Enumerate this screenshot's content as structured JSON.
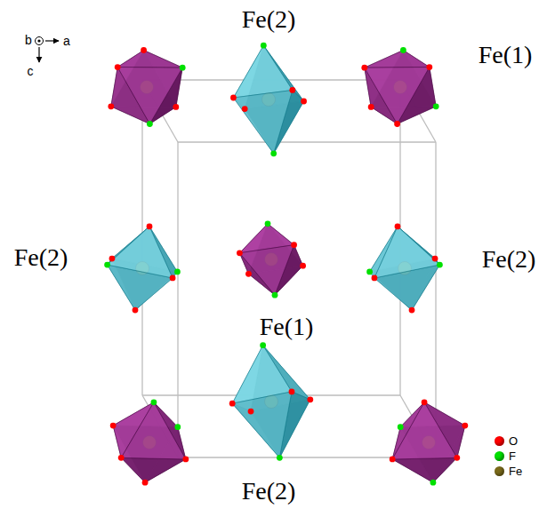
{
  "diagram": {
    "labels": [
      "Fe(2)",
      "Fe(1)",
      "Fe(2)",
      "Fe(2)",
      "Fe(1)",
      "Fe(2)",
      "b",
      "a",
      "c"
    ],
    "legend": [
      {
        "text": "O",
        "color": "#ff0000"
      },
      {
        "text": "F",
        "color": "#00e000"
      },
      {
        "text": "Fe",
        "color": "#7a6a1a"
      }
    ]
  }
}
